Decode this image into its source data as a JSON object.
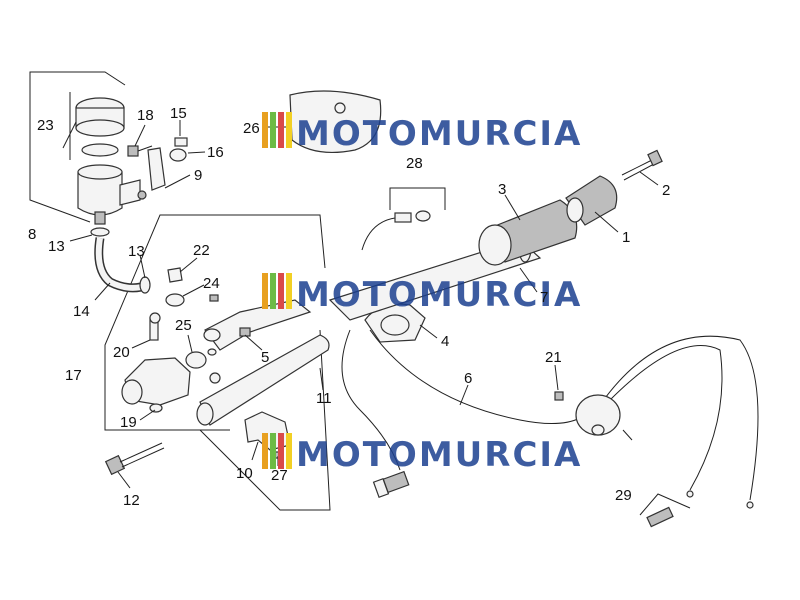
{
  "watermark": {
    "text": "MOTOMURCIA",
    "stripe_colors": [
      "#e8a020",
      "#6dbb45",
      "#d94a4a",
      "#f2d024"
    ],
    "text_color": "#1b3f8f"
  },
  "labels": {
    "p1": "1",
    "p2": "2",
    "p3": "3",
    "p4": "4",
    "p5": "5",
    "p6": "6",
    "p7": "7",
    "p8": "8",
    "p9": "9",
    "p10": "10",
    "p11": "11",
    "p12": "12",
    "p13a": "13",
    "p13b": "13",
    "p14": "14",
    "p15": "15",
    "p16": "16",
    "p17": "17",
    "p18": "18",
    "p19": "19",
    "p20": "20",
    "p21": "21",
    "p22": "22",
    "p23": "23",
    "p24": "24",
    "p25": "25",
    "p26": "26",
    "p27": "27",
    "p28": "28",
    "p29": "29"
  }
}
